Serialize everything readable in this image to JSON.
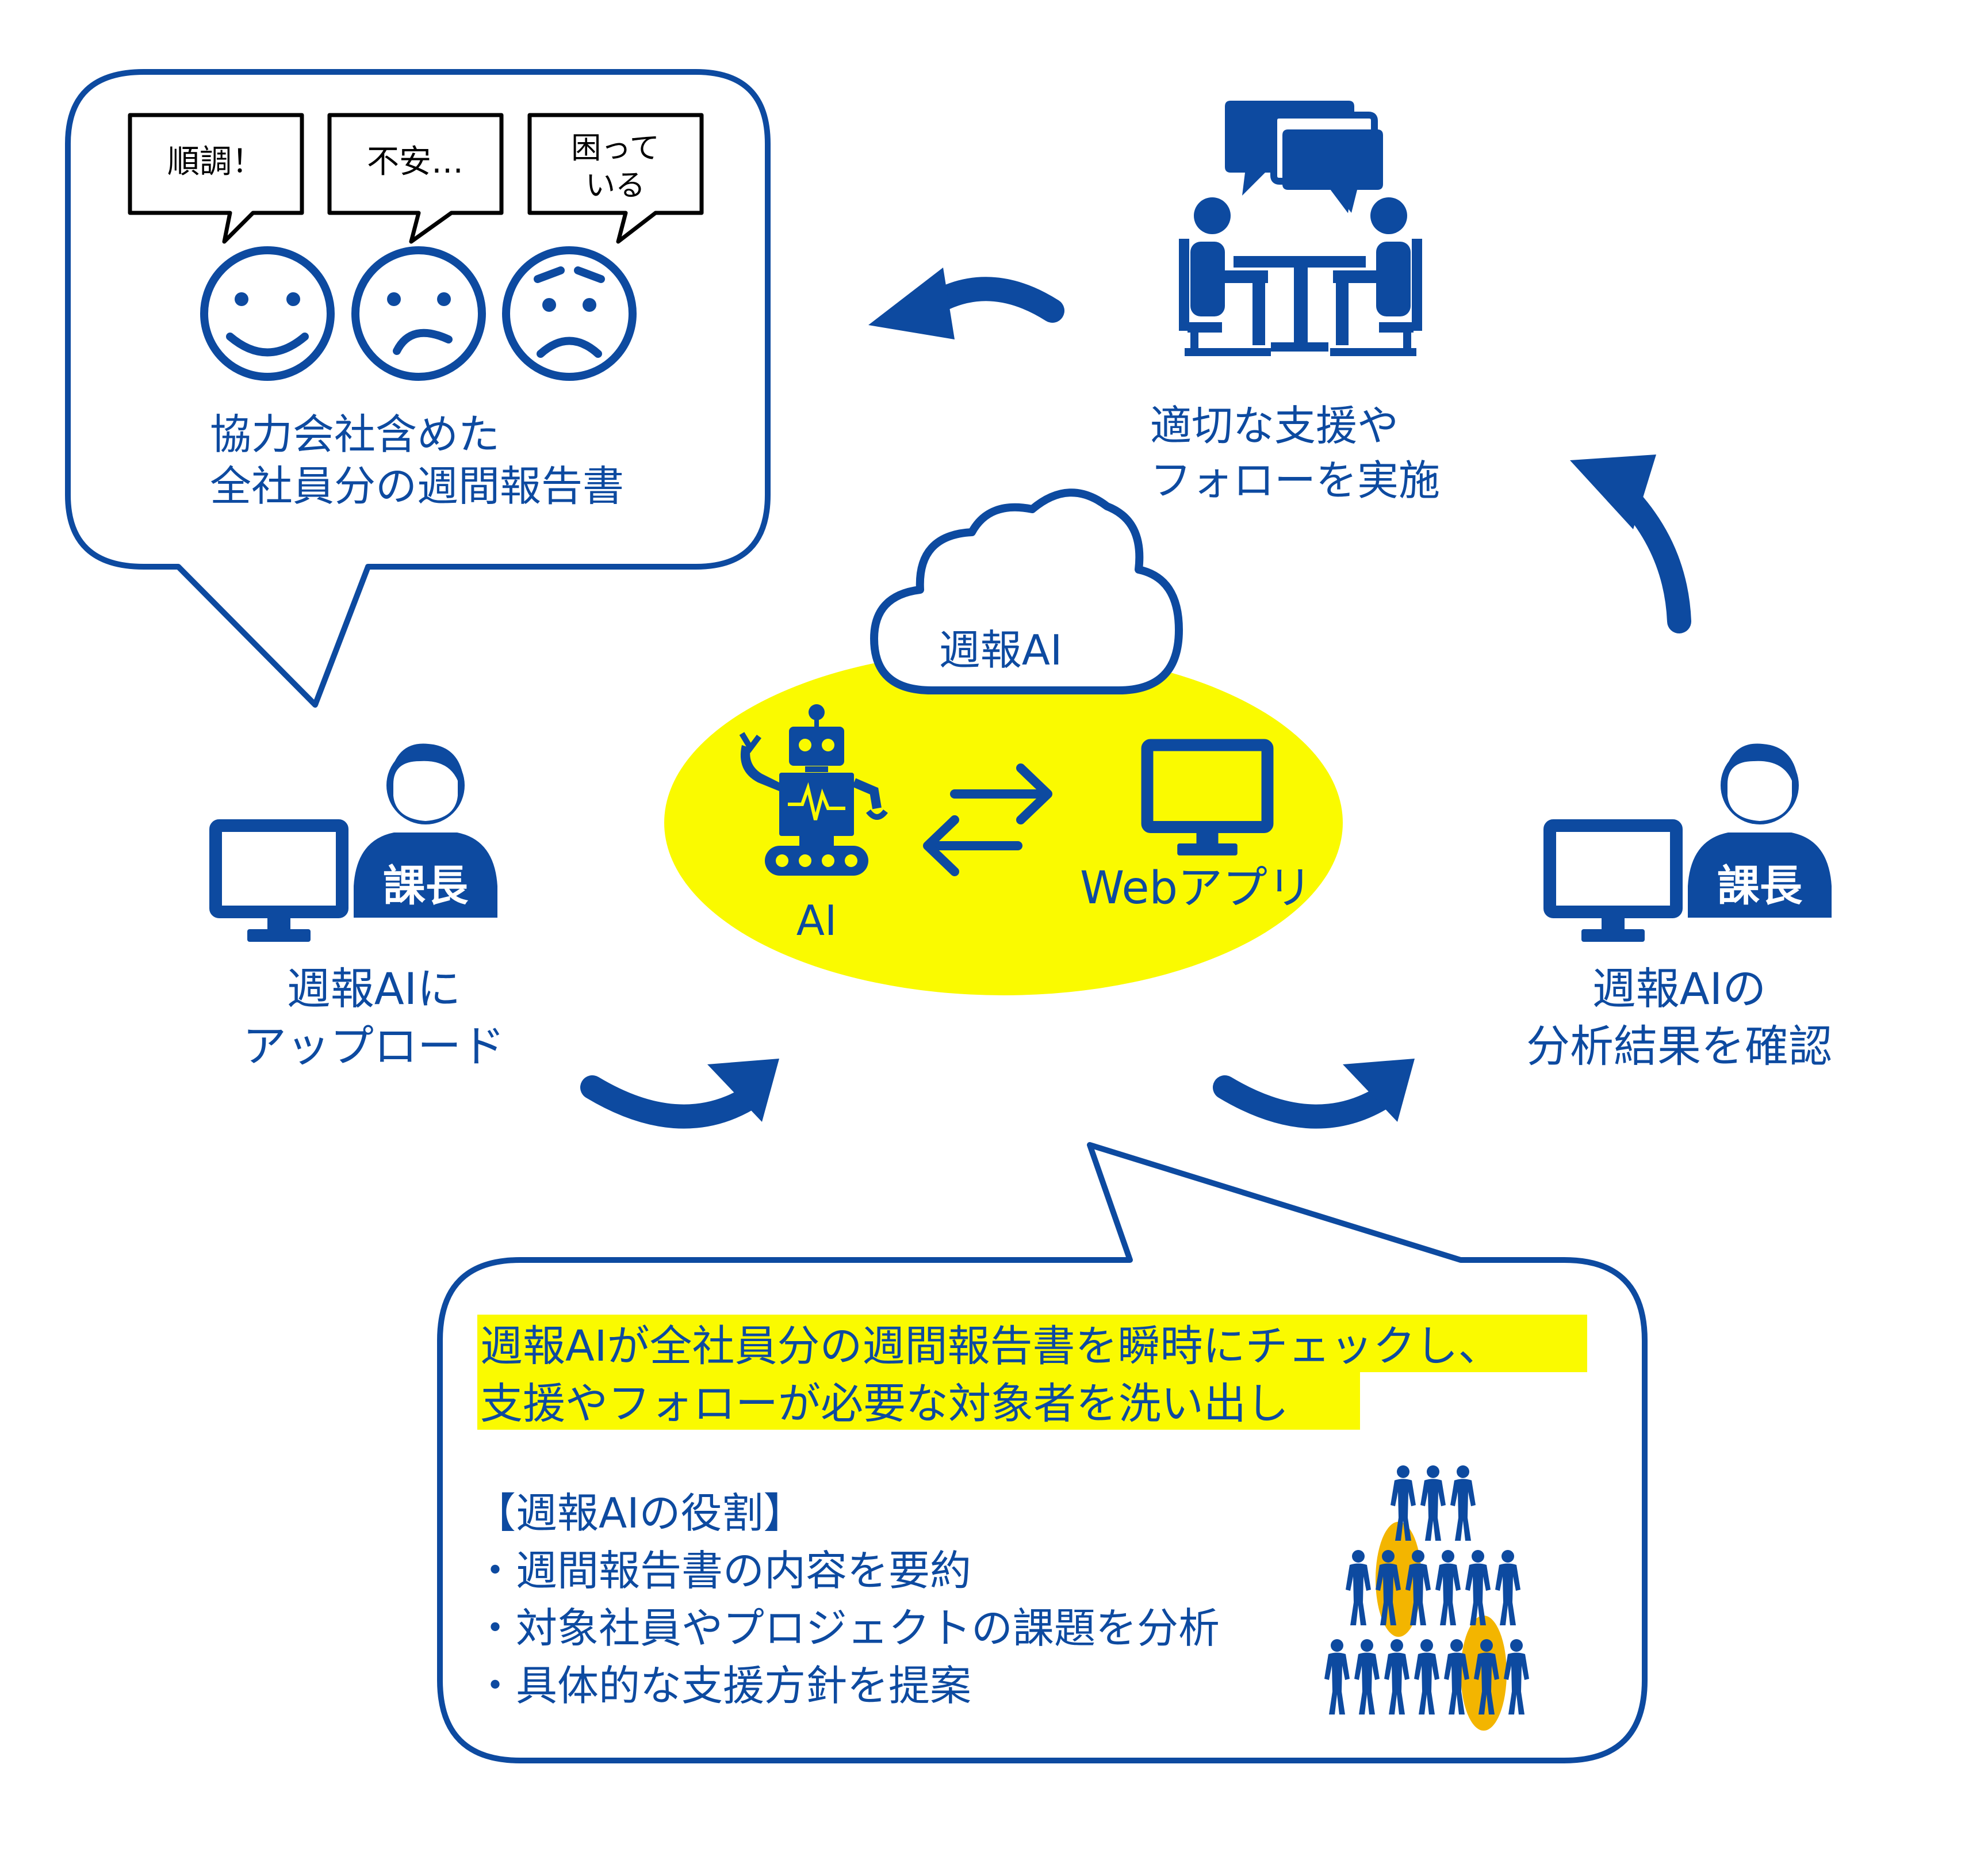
{
  "colors": {
    "primary": "#0d4aa0",
    "highlight": "#fafa00",
    "accent_orange": "#f3b500",
    "ink": "#000000",
    "background": "#ffffff"
  },
  "speech_bubbles": [
    {
      "text": "順調！"
    },
    {
      "text": "不安…"
    },
    {
      "lines": [
        "困って",
        "いる"
      ]
    }
  ],
  "faces": [
    {
      "icon": "smiling-face-icon"
    },
    {
      "icon": "worried-face-icon"
    },
    {
      "icon": "troubled-face-icon"
    }
  ],
  "reports_caption": [
    "協力会社含めた",
    "全社員分の週間報告書"
  ],
  "support_caption": [
    "適切な支援や",
    "フォローを実施"
  ],
  "cloud_label": "週報AI",
  "robot_label": "AI",
  "app_label": "Webアプリ",
  "manager_badge": "課長",
  "upload_caption": [
    "週報AIに",
    "アップロード"
  ],
  "confirm_caption": [
    "週報AIの",
    "分析結果を確認"
  ],
  "summary_highlight": [
    "週報AIが全社員分の週間報告書を瞬時にチェックし、",
    "支援やフォローが必要な対象者を洗い出し"
  ],
  "role_heading": "【週報AIの役割】",
  "role_items": [
    "・週間報告書の内容を要約",
    "・対象社員やプロジェクトの課題を分析",
    "・具体的な支援方針を提案"
  ]
}
